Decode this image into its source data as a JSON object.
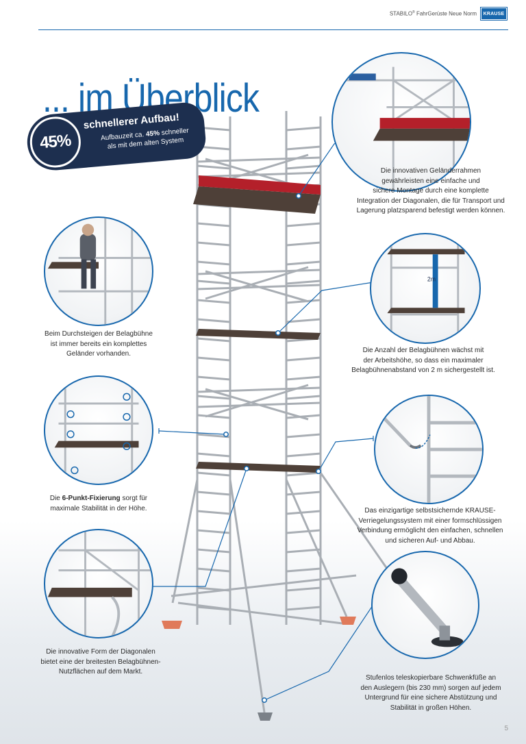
{
  "header": {
    "brand": "STABILO",
    "reg": "®",
    "subtitle": " FahrGerüste Neue Norm",
    "logo_text": "KRAUSE"
  },
  "title": "... im Überblick",
  "badge": {
    "percent": "45%",
    "headline": "schnellerer Aufbau!",
    "line1_pre": "Aufbauzeit ca. ",
    "line1_bold": "45%",
    "line1_post": " schneller",
    "line2": "als mit dem alten System"
  },
  "callouts": [
    {
      "id": "gelaender",
      "text": "Die innovativen Geländerrahmen\ngewährleisten eine einfache und\nsichere Montage durch eine komplette\nIntegration der Diagonalen, die für Transport und\nLagerung platzsparend befestigt werden können."
    },
    {
      "id": "durchstieg",
      "text": "Beim Durchsteigen der Belagbühne\nist immer bereits ein komplettes\nGeländer vorhanden."
    },
    {
      "id": "anzahl",
      "text": "Die Anzahl der Belagbühnen wächst mit\nder Arbeitshöhe, so dass ein maximaler\nBelagbühnenabstand von 2 m sichergestellt ist."
    },
    {
      "id": "fixierung",
      "bold": "6-Punkt-Fixierung",
      "pre": "Die ",
      "post": " sorgt für\nmaximale Stabilität in der Höhe."
    },
    {
      "id": "verriegelung",
      "text": "Das einzigartige selbstsichernde KRAUSE-\nVerriegelungssystem mit einer formschlüssigen\nVerbindung ermöglicht den einfachen, schnellen\nund sicheren Auf- und Abbau."
    },
    {
      "id": "diagonalen",
      "text": "Die innovative Form der Diagonalen\nbietet eine der breitesten Belagbühnen-\nNutzflächen auf dem Markt."
    },
    {
      "id": "schwenkfuesse",
      "text": "Stufenlos teleskopierbare Schwenkfüße an\nden Auslegern (bis 230 mm) sorgen auf jedem\nUntergrund für eine sichere Abstützung und\nStabilität in großen Höhen."
    }
  ],
  "detail_label": "2m",
  "page_number": "5",
  "colors": {
    "accent": "#1767ad",
    "badge_bg": "#1d2f4f",
    "deck": "#4e4038",
    "guard_red": "#b4202a",
    "aluminium": "#b9bec4"
  }
}
